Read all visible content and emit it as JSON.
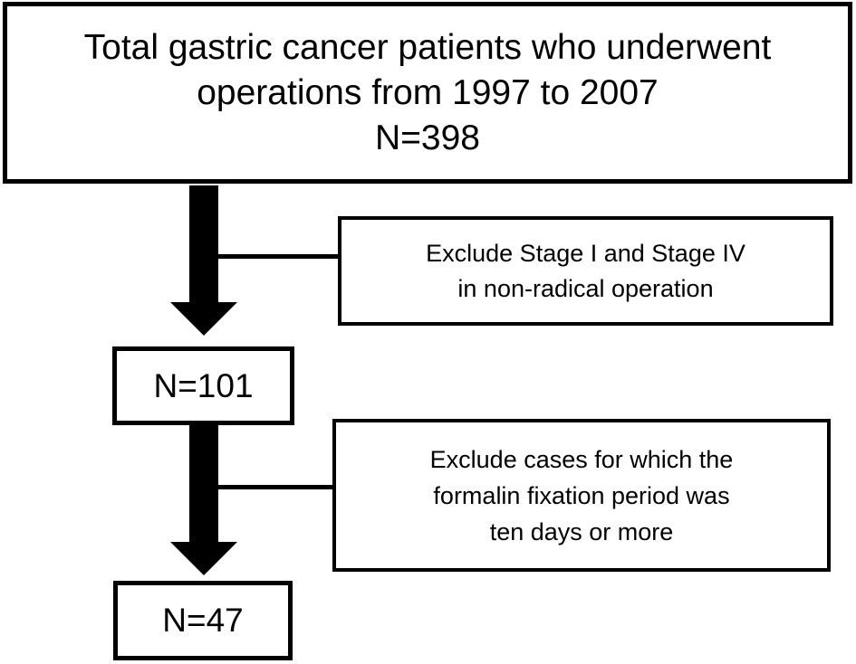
{
  "diagram": {
    "title_box": {
      "lines": {
        "0": "Total gastric cancer patients who underwent",
        "1": "operations from 1997 to 2007",
        "2": "N=398"
      }
    },
    "exclusion_1": {
      "lines": {
        "0": "Exclude Stage I and Stage IV",
        "1": "in non-radical operation"
      }
    },
    "node_n101": {
      "label": "N=101"
    },
    "exclusion_2": {
      "lines": {
        "0": "Exclude cases for which the",
        "1": "formalin fixation period was",
        "2": "ten days or more"
      }
    },
    "node_n47": {
      "label": "N=47"
    },
    "colors": {
      "line": "#000000",
      "background": "#ffffff"
    }
  }
}
